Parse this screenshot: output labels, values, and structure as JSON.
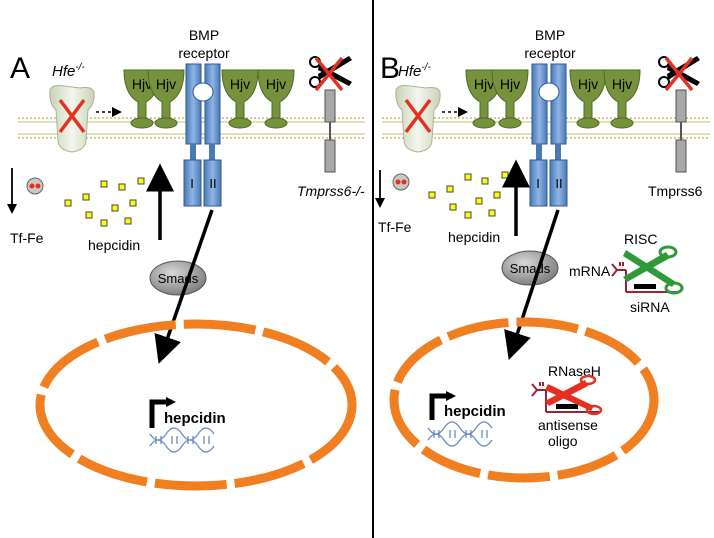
{
  "panels": {
    "a": {
      "letter": "A",
      "hfe": "Hfe",
      "hfe_sup": "-/-",
      "bmp_line1": "BMP",
      "bmp_line2": "receptor",
      "hjv": [
        "Hjv",
        "Hjv",
        "Hjv",
        "Hjv"
      ],
      "receptor_i": "I",
      "receptor_ii": "II",
      "tmprss6": "Tmprss6-/-",
      "tf_fe": "Tf-Fe",
      "hepcidin": "hepcidin",
      "smads": "Smads",
      "gene": "hepcidin"
    },
    "b": {
      "letter": "B",
      "hfe": "Hfe",
      "hfe_sup": "-/-",
      "bmp_line1": "BMP",
      "bmp_line2": "receptor",
      "hjv": [
        "Hjv",
        "Hjv",
        "Hjv",
        "Hjv"
      ],
      "receptor_i": "I",
      "receptor_ii": "II",
      "tmprss6": "Tmprss6",
      "tf_fe": "Tf-Fe",
      "hepcidin": "hepcidin",
      "smads": "Smads",
      "gene": "hepcidin",
      "risc": "RISC",
      "mrna": "mRNA",
      "sirna": "siRNA",
      "rnaseh": "RNaseH",
      "antisense_1": "antisense",
      "antisense_2": "oligo"
    }
  },
  "colors": {
    "hjv_fill": "#76923c",
    "receptor_fill": "#6f9bd1",
    "membrane_line": "#c4bc6e",
    "nucleus": "#f07f22",
    "hepcidin_dot": "#ffff00",
    "smads_fill": "#9a9a9a",
    "cross": "#e53020",
    "scissor_green": "#2e9a3a",
    "rna_red": "#a0203a"
  },
  "icons": [
    "scissors-icon",
    "cross-mark-icon",
    "dna-helix-icon",
    "rna-hairpin-icon"
  ]
}
